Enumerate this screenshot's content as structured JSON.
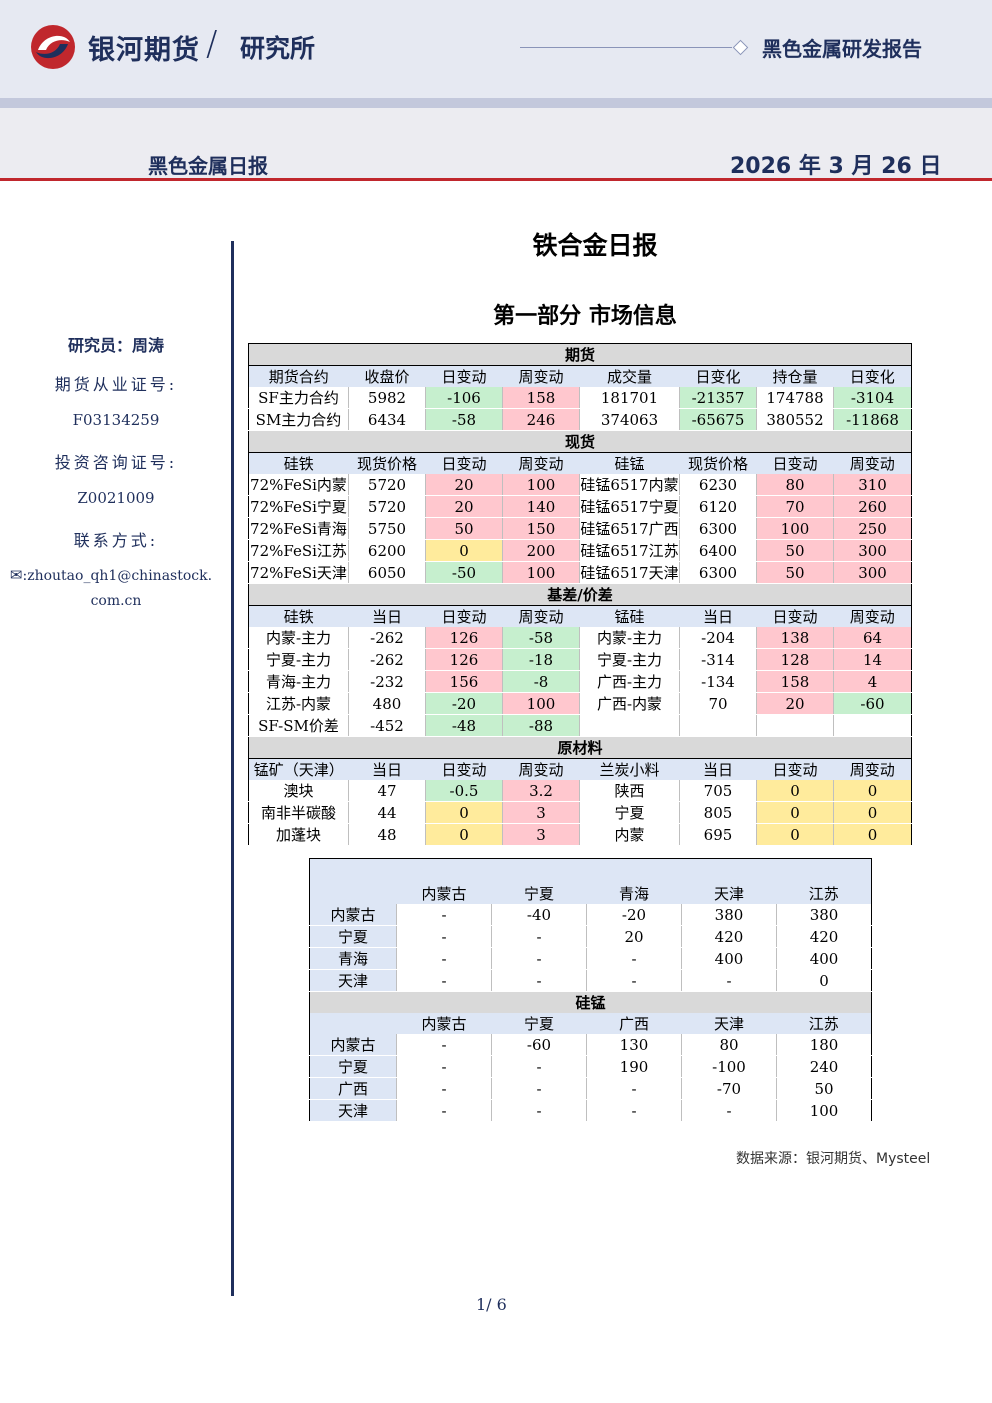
{
  "header": {
    "brand": "银河期货",
    "institute": "研究所",
    "report_type": "黑色金属研发报告",
    "band_title": "黑色金属日报",
    "date": "2026 年 3 月 26 日"
  },
  "sidebar": {
    "researcher": "研究员：周涛",
    "license_label": "期货从业证号:",
    "license_no": "F03134259",
    "consult_label": "投资咨询证号:",
    "consult_no": "Z0021009",
    "contact_label": "联系方式:",
    "email_line1": ":zhoutao_qh1@chinastock.",
    "email_line2": "com.cn"
  },
  "doc_title": "铁合金日报",
  "section_title": "第一部分 市场信息",
  "futures": {
    "title": "期货",
    "headers": [
      "期货合约",
      "收盘价",
      "日变动",
      "周变动",
      "成交量",
      "日变化",
      "持仓量",
      "日变化"
    ],
    "rows": [
      {
        "cells": [
          "SF主力合约",
          "5982",
          "-106",
          "158",
          "181701",
          "-21357",
          "174788",
          "-3104"
        ],
        "colors": [
          "",
          "",
          "g",
          "r",
          "",
          "g",
          "",
          "g"
        ]
      },
      {
        "cells": [
          "SM主力合约",
          "6434",
          "-58",
          "246",
          "374063",
          "-65675",
          "380552",
          "-11868"
        ],
        "colors": [
          "",
          "",
          "g",
          "r",
          "",
          "g",
          "",
          "g"
        ]
      }
    ]
  },
  "spot": {
    "title": "现货",
    "headers": [
      "硅铁",
      "现货价格",
      "日变动",
      "周变动",
      "硅锰",
      "现货价格",
      "日变动",
      "周变动"
    ],
    "rows": [
      {
        "cells": [
          "72%FeSi内蒙",
          "5720",
          "20",
          "100",
          "硅锰6517内蒙",
          "6230",
          "80",
          "310"
        ],
        "colors": [
          "",
          "",
          "r",
          "r",
          "",
          "",
          "r",
          "r"
        ]
      },
      {
        "cells": [
          "72%FeSi宁夏",
          "5720",
          "20",
          "140",
          "硅锰6517宁夏",
          "6120",
          "70",
          "260"
        ],
        "colors": [
          "",
          "",
          "r",
          "r",
          "",
          "",
          "r",
          "r"
        ]
      },
      {
        "cells": [
          "72%FeSi青海",
          "5750",
          "50",
          "150",
          "硅锰6517广西",
          "6300",
          "100",
          "250"
        ],
        "colors": [
          "",
          "",
          "r",
          "r",
          "",
          "",
          "r",
          "r"
        ]
      },
      {
        "cells": [
          "72%FeSi江苏",
          "6200",
          "0",
          "200",
          "硅锰6517江苏",
          "6400",
          "50",
          "300"
        ],
        "colors": [
          "",
          "",
          "y",
          "r",
          "",
          "",
          "r",
          "r"
        ]
      },
      {
        "cells": [
          "72%FeSi天津",
          "6050",
          "-50",
          "100",
          "硅锰6517天津",
          "6300",
          "50",
          "300"
        ],
        "colors": [
          "",
          "",
          "g",
          "r",
          "",
          "",
          "r",
          "r"
        ]
      }
    ]
  },
  "basis": {
    "title": "基差/价差",
    "headers": [
      "硅铁",
      "当日",
      "日变动",
      "周变动",
      "锰硅",
      "当日",
      "日变动",
      "周变动"
    ],
    "rows": [
      {
        "cells": [
          "内蒙-主力",
          "-262",
          "126",
          "-58",
          "内蒙-主力",
          "-204",
          "138",
          "64"
        ],
        "colors": [
          "",
          "",
          "r",
          "g",
          "",
          "",
          "r",
          "r"
        ]
      },
      {
        "cells": [
          "宁夏-主力",
          "-262",
          "126",
          "-18",
          "宁夏-主力",
          "-314",
          "128",
          "14"
        ],
        "colors": [
          "",
          "",
          "r",
          "g",
          "",
          "",
          "r",
          "r"
        ]
      },
      {
        "cells": [
          "青海-主力",
          "-232",
          "156",
          "-8",
          "广西-主力",
          "-134",
          "158",
          "4"
        ],
        "colors": [
          "",
          "",
          "r",
          "g",
          "",
          "",
          "r",
          "r"
        ]
      },
      {
        "cells": [
          "江苏-内蒙",
          "480",
          "-20",
          "100",
          "广西-内蒙",
          "70",
          "20",
          "-60"
        ],
        "colors": [
          "",
          "",
          "g",
          "r",
          "",
          "",
          "r",
          "g"
        ]
      },
      {
        "cells": [
          "SF-SM价差",
          "-452",
          "-48",
          "-88",
          "",
          "",
          "",
          ""
        ],
        "colors": [
          "",
          "",
          "g",
          "g",
          "w",
          "w",
          "w",
          "w"
        ]
      }
    ]
  },
  "materials": {
    "title": "原材料",
    "headers": [
      "锰矿（天津）",
      "当日",
      "日变动",
      "周变动",
      "兰炭小料",
      "当日",
      "日变动",
      "周变动"
    ],
    "rows": [
      {
        "cells": [
          "澳块",
          "47",
          "-0.5",
          "3.2",
          "陕西",
          "705",
          "0",
          "0"
        ],
        "colors": [
          "",
          "",
          "g",
          "r",
          "",
          "",
          "y",
          "y"
        ]
      },
      {
        "cells": [
          "南非半碳酸",
          "44",
          "0",
          "3",
          "宁夏",
          "805",
          "0",
          "0"
        ],
        "colors": [
          "",
          "",
          "y",
          "r",
          "",
          "",
          "y",
          "y"
        ]
      },
      {
        "cells": [
          "加蓬块",
          "48",
          "0",
          "3",
          "内蒙",
          "695",
          "0",
          "0"
        ],
        "colors": [
          "",
          "",
          "y",
          "r",
          "",
          "",
          "y",
          "y"
        ]
      }
    ]
  },
  "spread": {
    "fesi_headers": [
      "",
      "内蒙古",
      "宁夏",
      "青海",
      "天津",
      "江苏"
    ],
    "fesi_rows": [
      [
        "内蒙古",
        "-",
        "-40",
        "-20",
        "380",
        "380"
      ],
      [
        "宁夏",
        "-",
        "-",
        "20",
        "420",
        "420"
      ],
      [
        "青海",
        "-",
        "-",
        "-",
        "400",
        "400"
      ],
      [
        "天津",
        "-",
        "-",
        "-",
        "-",
        "0"
      ]
    ],
    "simn_title": "硅锰",
    "simn_headers": [
      "",
      "内蒙古",
      "宁夏",
      "广西",
      "天津",
      "江苏"
    ],
    "simn_rows": [
      [
        "内蒙古",
        "-",
        "-60",
        "130",
        "80",
        "180"
      ],
      [
        "宁夏",
        "-",
        "-",
        "190",
        "-100",
        "240"
      ],
      [
        "广西",
        "-",
        "-",
        "-",
        "-70",
        "50"
      ],
      [
        "天津",
        "-",
        "-",
        "-",
        "-",
        "100"
      ]
    ]
  },
  "source": "数据来源：银河期货、Mysteel",
  "page": "1/ 6",
  "colors": {
    "navy": "#1f2f5c",
    "red": "#c0272d",
    "green": "#c6efce",
    "pink": "#ffc7ce",
    "yellow": "#ffeb9c",
    "header_blue": "#dde6f5",
    "section_gray": "#d9d9d9"
  }
}
